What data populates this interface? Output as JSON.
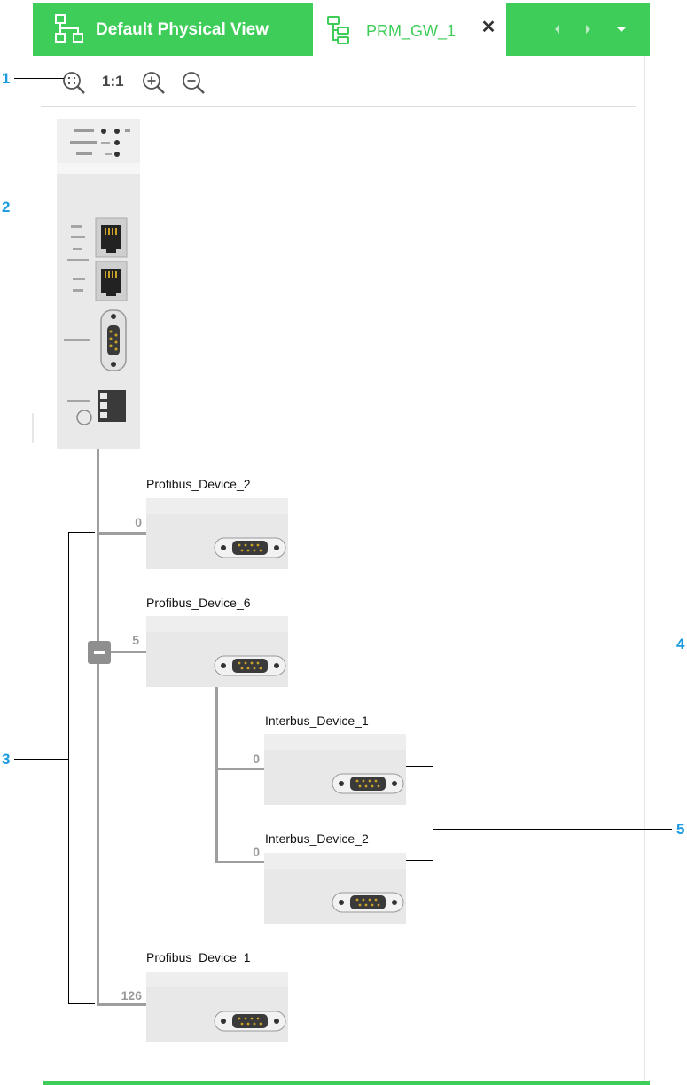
{
  "tabs": {
    "inactive_label": "Default Physical View",
    "active_label": "PRM_GW_1",
    "close_symbol": "✕",
    "icons": [
      "network-topology-icon",
      "device-tree-icon"
    ]
  },
  "nav": {
    "icons": [
      "chevron-left-icon",
      "chevron-right-icon",
      "caret-down-icon"
    ]
  },
  "toolbar": {
    "zoom_actual_label": "1:1",
    "icons": [
      "zoom-to-fit-icon",
      "zoom-in-icon",
      "zoom-out-icon"
    ]
  },
  "callouts": [
    "1",
    "2",
    "3",
    "4",
    "5"
  ],
  "devices": [
    {
      "name": "Profibus_Device_2",
      "address": "0"
    },
    {
      "name": "Profibus_Device_6",
      "address": "5"
    },
    {
      "name": "Interbus_Device_1",
      "address": "0"
    },
    {
      "name": "Interbus_Device_2",
      "address": "0"
    },
    {
      "name": "Profibus_Device_1",
      "address": "126"
    }
  ],
  "colors": {
    "accent": "#3dcd58",
    "callout": "#1a9be0",
    "bus_line": "#9e9e9e",
    "device_bg": "#e8e8e8"
  }
}
